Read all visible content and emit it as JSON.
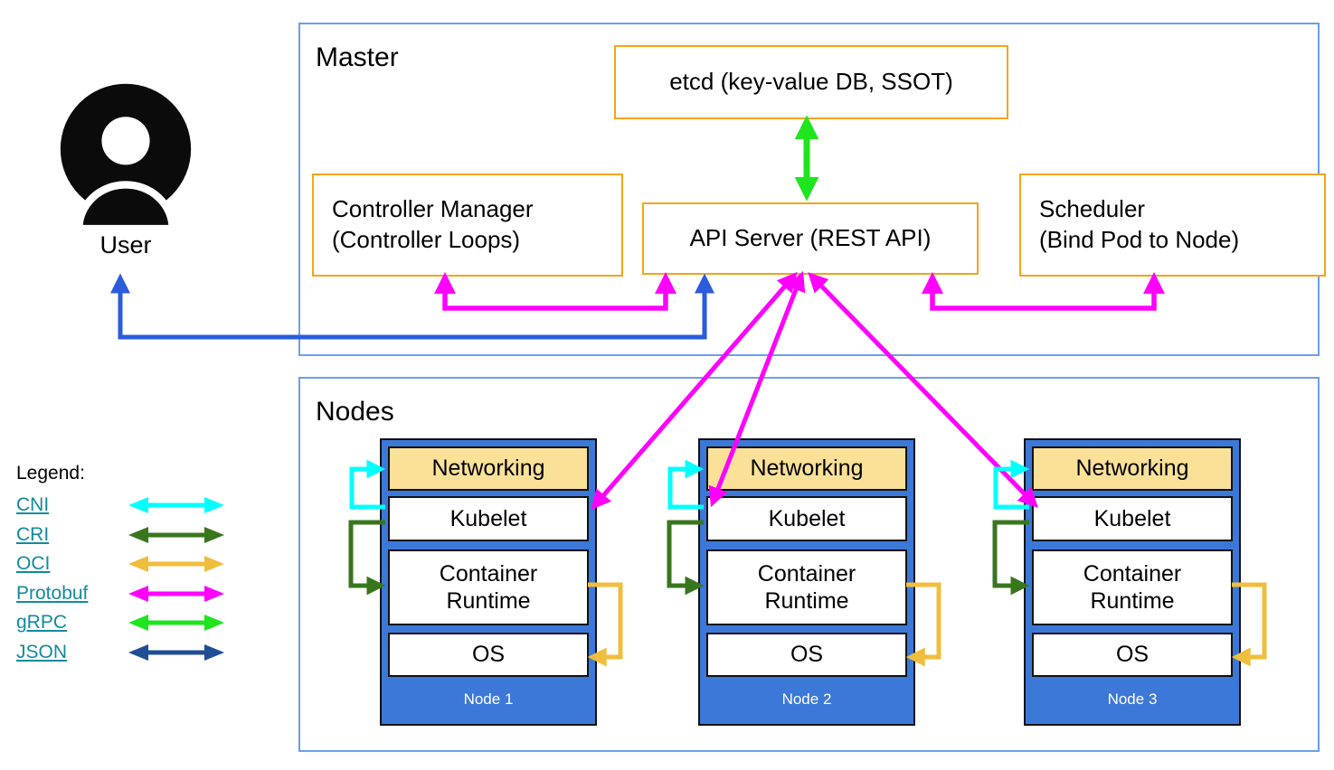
{
  "user": {
    "label": "User"
  },
  "master": {
    "title": "Master",
    "etcd_label": "etcd (key-value DB, SSOT)",
    "controller_manager": {
      "line1": "Controller Manager",
      "line2": "(Controller Loops)"
    },
    "api_server_label": "API Server (REST API)",
    "scheduler": {
      "line1": "Scheduler",
      "line2": "(Bind Pod to Node)"
    }
  },
  "nodes_section": {
    "title": "Nodes",
    "nodes": [
      {
        "name": "Node 1",
        "layers": {
          "networking": "Networking",
          "kubelet": "Kubelet",
          "runtime_line1": "Container",
          "runtime_line2": "Runtime",
          "os": "OS"
        }
      },
      {
        "name": "Node 2",
        "layers": {
          "networking": "Networking",
          "kubelet": "Kubelet",
          "runtime_line1": "Container",
          "runtime_line2": "Runtime",
          "os": "OS"
        }
      },
      {
        "name": "Node 3",
        "layers": {
          "networking": "Networking",
          "kubelet": "Kubelet",
          "runtime_line1": "Container",
          "runtime_line2": "Runtime",
          "os": "OS"
        }
      }
    ]
  },
  "legend": {
    "title": "Legend:",
    "items": [
      {
        "label": "CNI",
        "color": "#00FFFF"
      },
      {
        "label": "CRI",
        "color": "#38761D"
      },
      {
        "label": "OCI",
        "color": "#EFBE3C"
      },
      {
        "label": "Protobuf",
        "color": "#FF00FF"
      },
      {
        "label": "gRPC",
        "color": "#1FE51F"
      },
      {
        "label": "JSON",
        "color": "#1F4E94"
      }
    ]
  },
  "connections": [
    {
      "from": "etcd",
      "to": "API Server",
      "protocol": "gRPC"
    },
    {
      "from": "Controller Manager",
      "to": "API Server",
      "protocol": "Protobuf"
    },
    {
      "from": "Scheduler",
      "to": "API Server",
      "protocol": "Protobuf"
    },
    {
      "from": "User",
      "to": "API Server",
      "protocol": "JSON"
    },
    {
      "from": "API Server",
      "to": "Kubelet (Node 1)",
      "protocol": "Protobuf"
    },
    {
      "from": "API Server",
      "to": "Kubelet (Node 2)",
      "protocol": "Protobuf"
    },
    {
      "from": "API Server",
      "to": "Kubelet (Node 3)",
      "protocol": "Protobuf"
    },
    {
      "from": "Kubelet",
      "to": "Networking",
      "protocol": "CNI"
    },
    {
      "from": "Kubelet",
      "to": "Container Runtime",
      "protocol": "CRI"
    },
    {
      "from": "Container Runtime",
      "to": "OS",
      "protocol": "OCI"
    }
  ],
  "colors": {
    "orange_box_border": "#F4A418",
    "container_border_blue": "#6D9EEB",
    "node_fill_blue": "#3C78D8",
    "networking_fill": "#FBE198",
    "user_api_arrow_blue": "#2A5CDB",
    "legend_link_teal": "#138A9E"
  }
}
